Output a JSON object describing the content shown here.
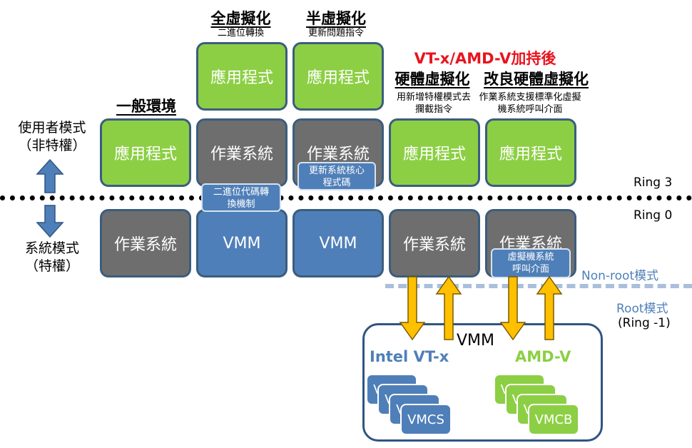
{
  "column_headers": {
    "general": "一般環境",
    "full_virt": "全虛擬化",
    "full_virt_sub": "二進位轉換",
    "para_virt": "半虛擬化",
    "para_virt_sub": "更新問題指令",
    "vt_support": "VT-x/AMD-V加持後",
    "hw_virt": "硬體虛擬化",
    "hw_virt_sub": "用新增特權模式去攔截指令",
    "improved_hw_virt": "改良硬體虛擬化",
    "improved_hw_virt_sub": "作業系統支援標準化虛擬機系統呼叫介面"
  },
  "modes": {
    "user": "使用者模式\n（非特權）",
    "system": "系統模式\n（特權）"
  },
  "rings": {
    "ring3": "Ring 3",
    "ring0": "Ring 0"
  },
  "boxes": {
    "app": "應用程式",
    "os": "作業系統",
    "vmm": "VMM"
  },
  "notes": {
    "binary_translation": "二進位代碼轉換機制",
    "kernel_update": "更新系統核心程式碼",
    "hypercall": "虛擬機系統呼叫介面"
  },
  "modes_root": {
    "non_root": "Non-root模式",
    "root": "Root模式",
    "ring_minus1": "(Ring -1)"
  },
  "vmm_container": {
    "title": "VMM",
    "intel": "Intel VT-x",
    "amd": "AMD-V",
    "vmcs": "VMCS",
    "vmcb": "VMCB"
  },
  "colors": {
    "green": "#8ccf44",
    "gray": "#6e6e6e",
    "blue": "#4f7fb8",
    "red_title": "#e8141e",
    "arrow": "#ffc000",
    "dash": "#a9bfdc"
  }
}
